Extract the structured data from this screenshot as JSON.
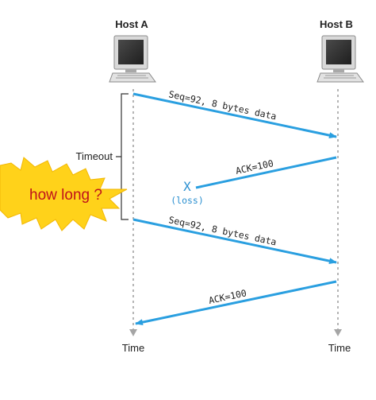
{
  "hosts": {
    "a": {
      "label": "Host A"
    },
    "b": {
      "label": "Host B"
    }
  },
  "time_labels": {
    "a": "Time",
    "b": "Time"
  },
  "timeout": {
    "label": "Timeout"
  },
  "callout": {
    "text": "how long ?"
  },
  "messages": [
    {
      "text": "Seq=92, 8 bytes data",
      "direction": "A-to-B"
    },
    {
      "text": "ACK=100",
      "direction": "B-to-A",
      "lost": true
    },
    {
      "text": "Seq=92, 8 bytes data",
      "direction": "A-to-B"
    },
    {
      "text": "ACK=100",
      "direction": "B-to-A"
    }
  ],
  "loss": {
    "mark": "X",
    "label": "(loss)"
  },
  "colors": {
    "arrow": "#2a9fe0",
    "lifeline": "#b5b5b5",
    "burst_fill": "#ffd21a",
    "burst_text": "#c0121b",
    "loss": "#2a8fd0"
  },
  "icons": {
    "host_a": "computer-icon",
    "host_b": "computer-icon"
  }
}
